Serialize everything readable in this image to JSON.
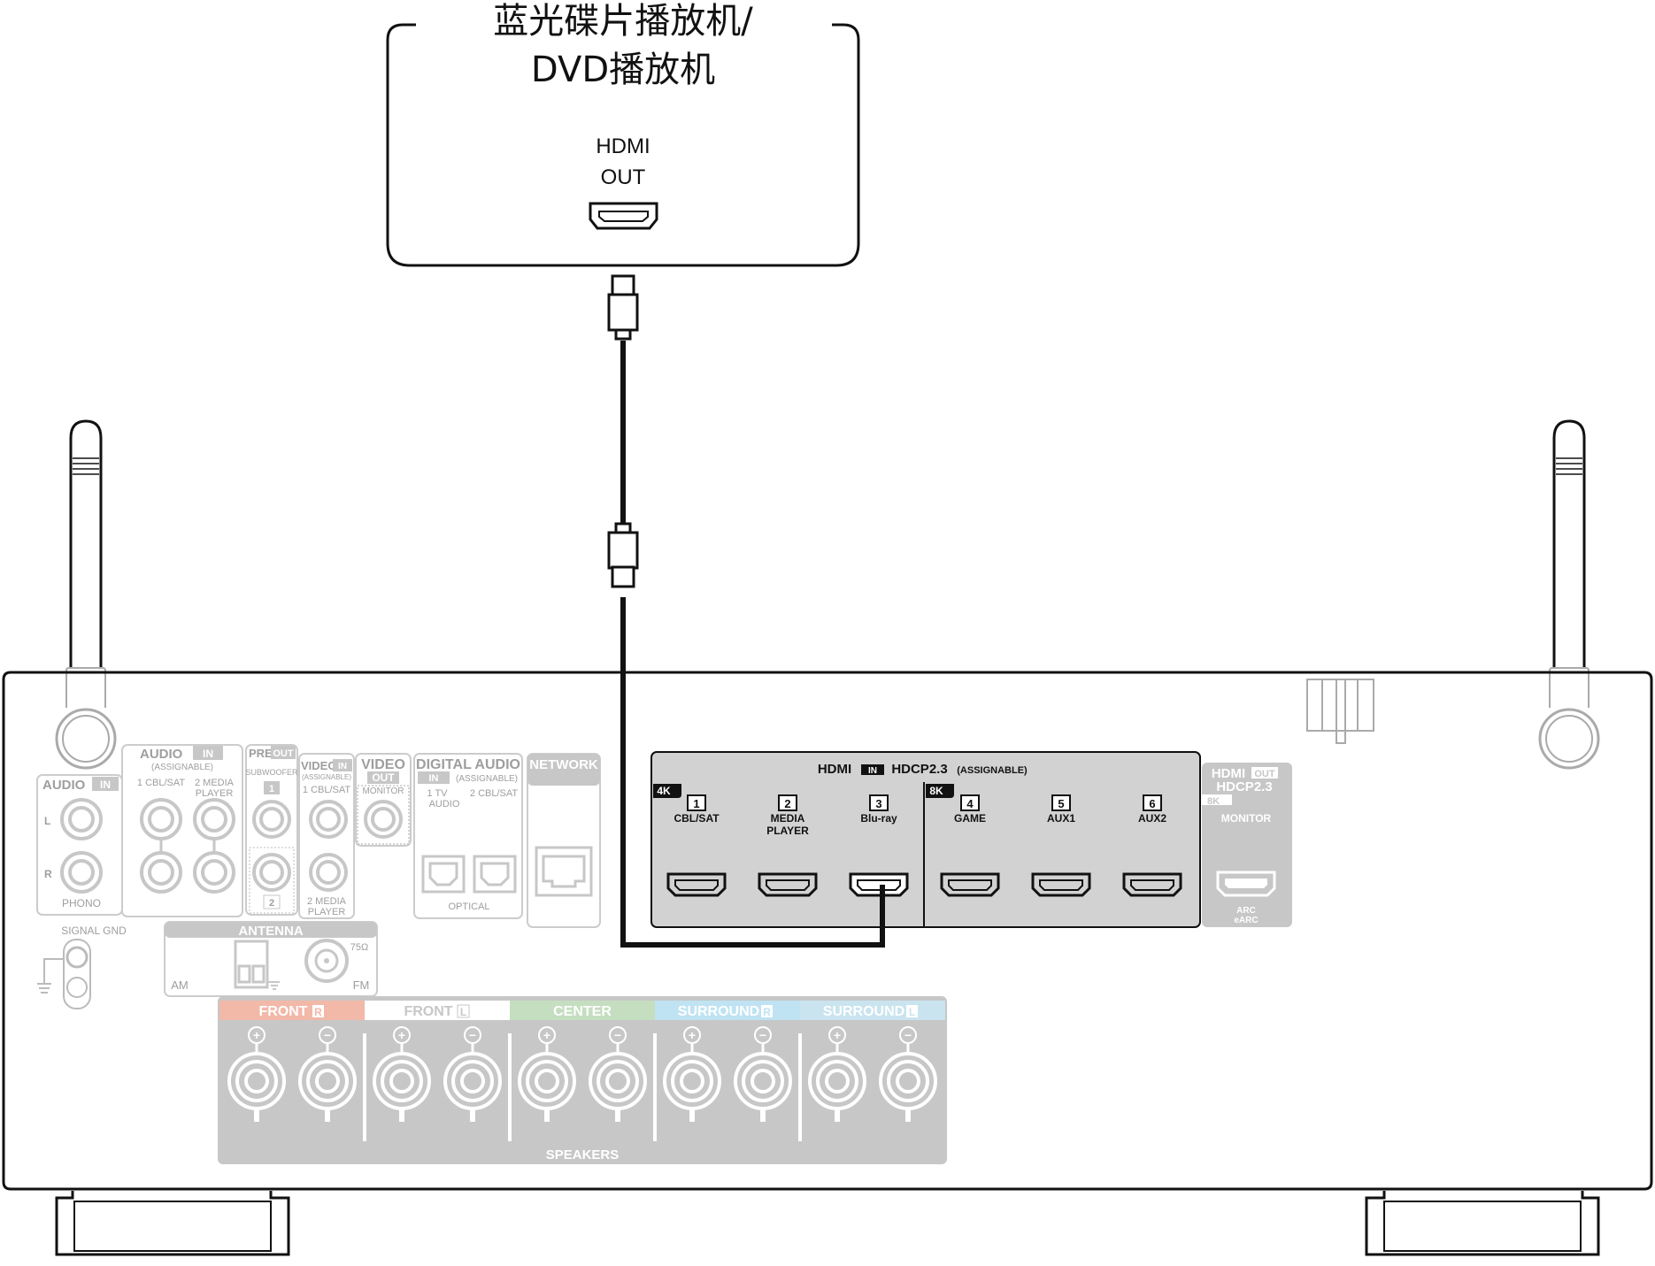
{
  "device": {
    "title_line1": "蓝光碟片播放机/",
    "title_line2": "DVD播放机",
    "hdmi_label": "HDMI",
    "out_label": "OUT"
  },
  "receiver": {
    "audio_in": {
      "title": "AUDIO",
      "badge": "IN",
      "assignable": "(ASSIGNABLE)",
      "col1": "1 CBL/SAT",
      "col2_line1": "2 MEDIA",
      "col2_line2": "PLAYER"
    },
    "phono": {
      "title": "AUDIO",
      "badge": "IN",
      "l": "L",
      "r": "R",
      "label": "PHONO"
    },
    "signal_gnd": "SIGNAL GND",
    "pre_out": {
      "title": "PRE",
      "badge": "OUT",
      "subwoofer": "SUBWOOFER",
      "n1": "1",
      "n2": "2"
    },
    "video_in": {
      "title": "VIDEO",
      "badge": "IN",
      "assignable": "(ASSIGNABLE)",
      "col1": "1 CBL/SAT",
      "col2_line1": "2 MEDIA",
      "col2_line2": "PLAYER"
    },
    "video_out": {
      "title": "VIDEO",
      "badge": "OUT",
      "monitor": "MONITOR"
    },
    "digital_audio": {
      "title": "DIGITAL AUDIO",
      "badge": "IN",
      "assignable": "(ASSIGNABLE)",
      "col1_line1": "1   TV",
      "col1_line2": "AUDIO",
      "col2": "2 CBL/SAT",
      "optical": "OPTICAL"
    },
    "network": "NETWORK",
    "antenna": {
      "title": "ANTENNA",
      "am": "AM",
      "fm": "FM",
      "ohm": "75Ω"
    },
    "hdmi_in": {
      "title": "HDMI",
      "badge": "IN",
      "hdcp": "HDCP2.3",
      "assignable": "(ASSIGNABLE)",
      "badge_4k": "4K",
      "badge_8k": "8K",
      "ports": [
        {
          "num": "1",
          "line1": "CBL/SAT",
          "line2": ""
        },
        {
          "num": "2",
          "line1": "MEDIA",
          "line2": "PLAYER"
        },
        {
          "num": "3",
          "line1": "Blu-ray",
          "line2": ""
        },
        {
          "num": "4",
          "line1": "GAME",
          "line2": ""
        },
        {
          "num": "5",
          "line1": "AUX1",
          "line2": ""
        },
        {
          "num": "6",
          "line1": "AUX2",
          "line2": ""
        }
      ]
    },
    "hdmi_out": {
      "title": "HDMI",
      "badge": "OUT",
      "hdcp": "HDCP2.3",
      "badge_8k": "8K",
      "monitor": "MONITOR",
      "arc": "ARC",
      "earc": "eARC"
    },
    "speakers": {
      "label": "SPEAKERS",
      "plus": "+",
      "minus": "−",
      "groups": [
        {
          "name": "FRONT",
          "side": "R",
          "color": "#f2b8a8"
        },
        {
          "name": "FRONT",
          "side": "L",
          "color": "#ffffff"
        },
        {
          "name": "CENTER",
          "side": "",
          "color": "#c5dec0"
        },
        {
          "name": "SURROUND",
          "side": "R",
          "color": "#bfe3f2"
        },
        {
          "name": "SURROUND",
          "side": "L",
          "color": "#c9e4ef"
        }
      ]
    }
  },
  "colors": {
    "panel_gray": "#c7c7c7",
    "label_gray": "#9e9e9e",
    "hdmi_panel": "#d2d2d2",
    "cable": "#111111"
  }
}
